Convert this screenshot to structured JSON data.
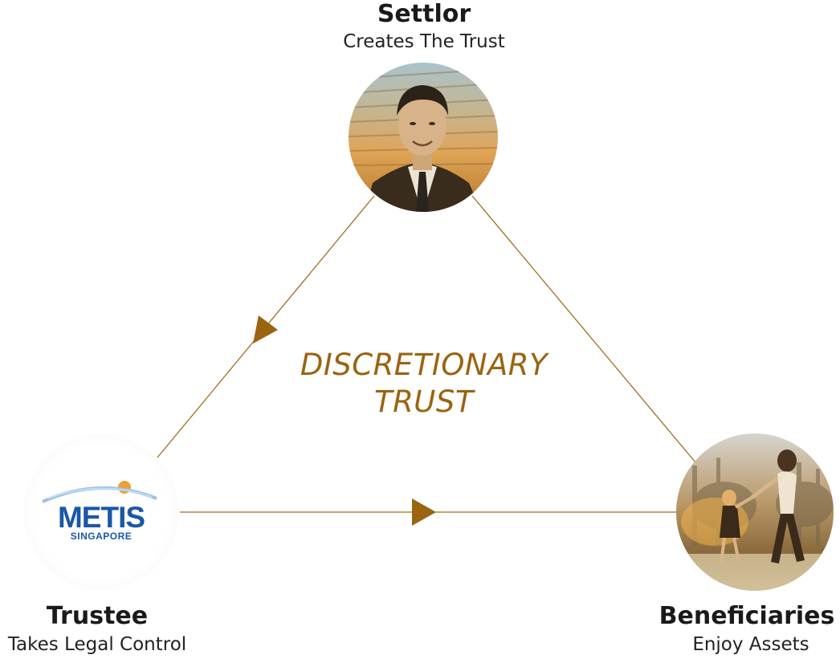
{
  "colors": {
    "accent": "#9a6410",
    "line": "#a06d1e",
    "title_text": "#1a1a1a",
    "logo_blue": "#1b57a6",
    "logo_sun": "#f0a030"
  },
  "nodes": {
    "settlor": {
      "title": "Settlor",
      "subtitle": "Creates The Trust",
      "image": "businessman-photo"
    },
    "trustee": {
      "title": "Trustee",
      "subtitle": "Takes Legal Control",
      "image": "metis-logo"
    },
    "beneficiaries": {
      "title": "Beneficiaries",
      "subtitle": "Enjoy Assets",
      "image": "mother-daughter-photo"
    }
  },
  "logo": {
    "main": "METIS",
    "sub": "SINGAPORE"
  },
  "center": {
    "line1": "DISCRETIONARY",
    "line2": "TRUST"
  }
}
